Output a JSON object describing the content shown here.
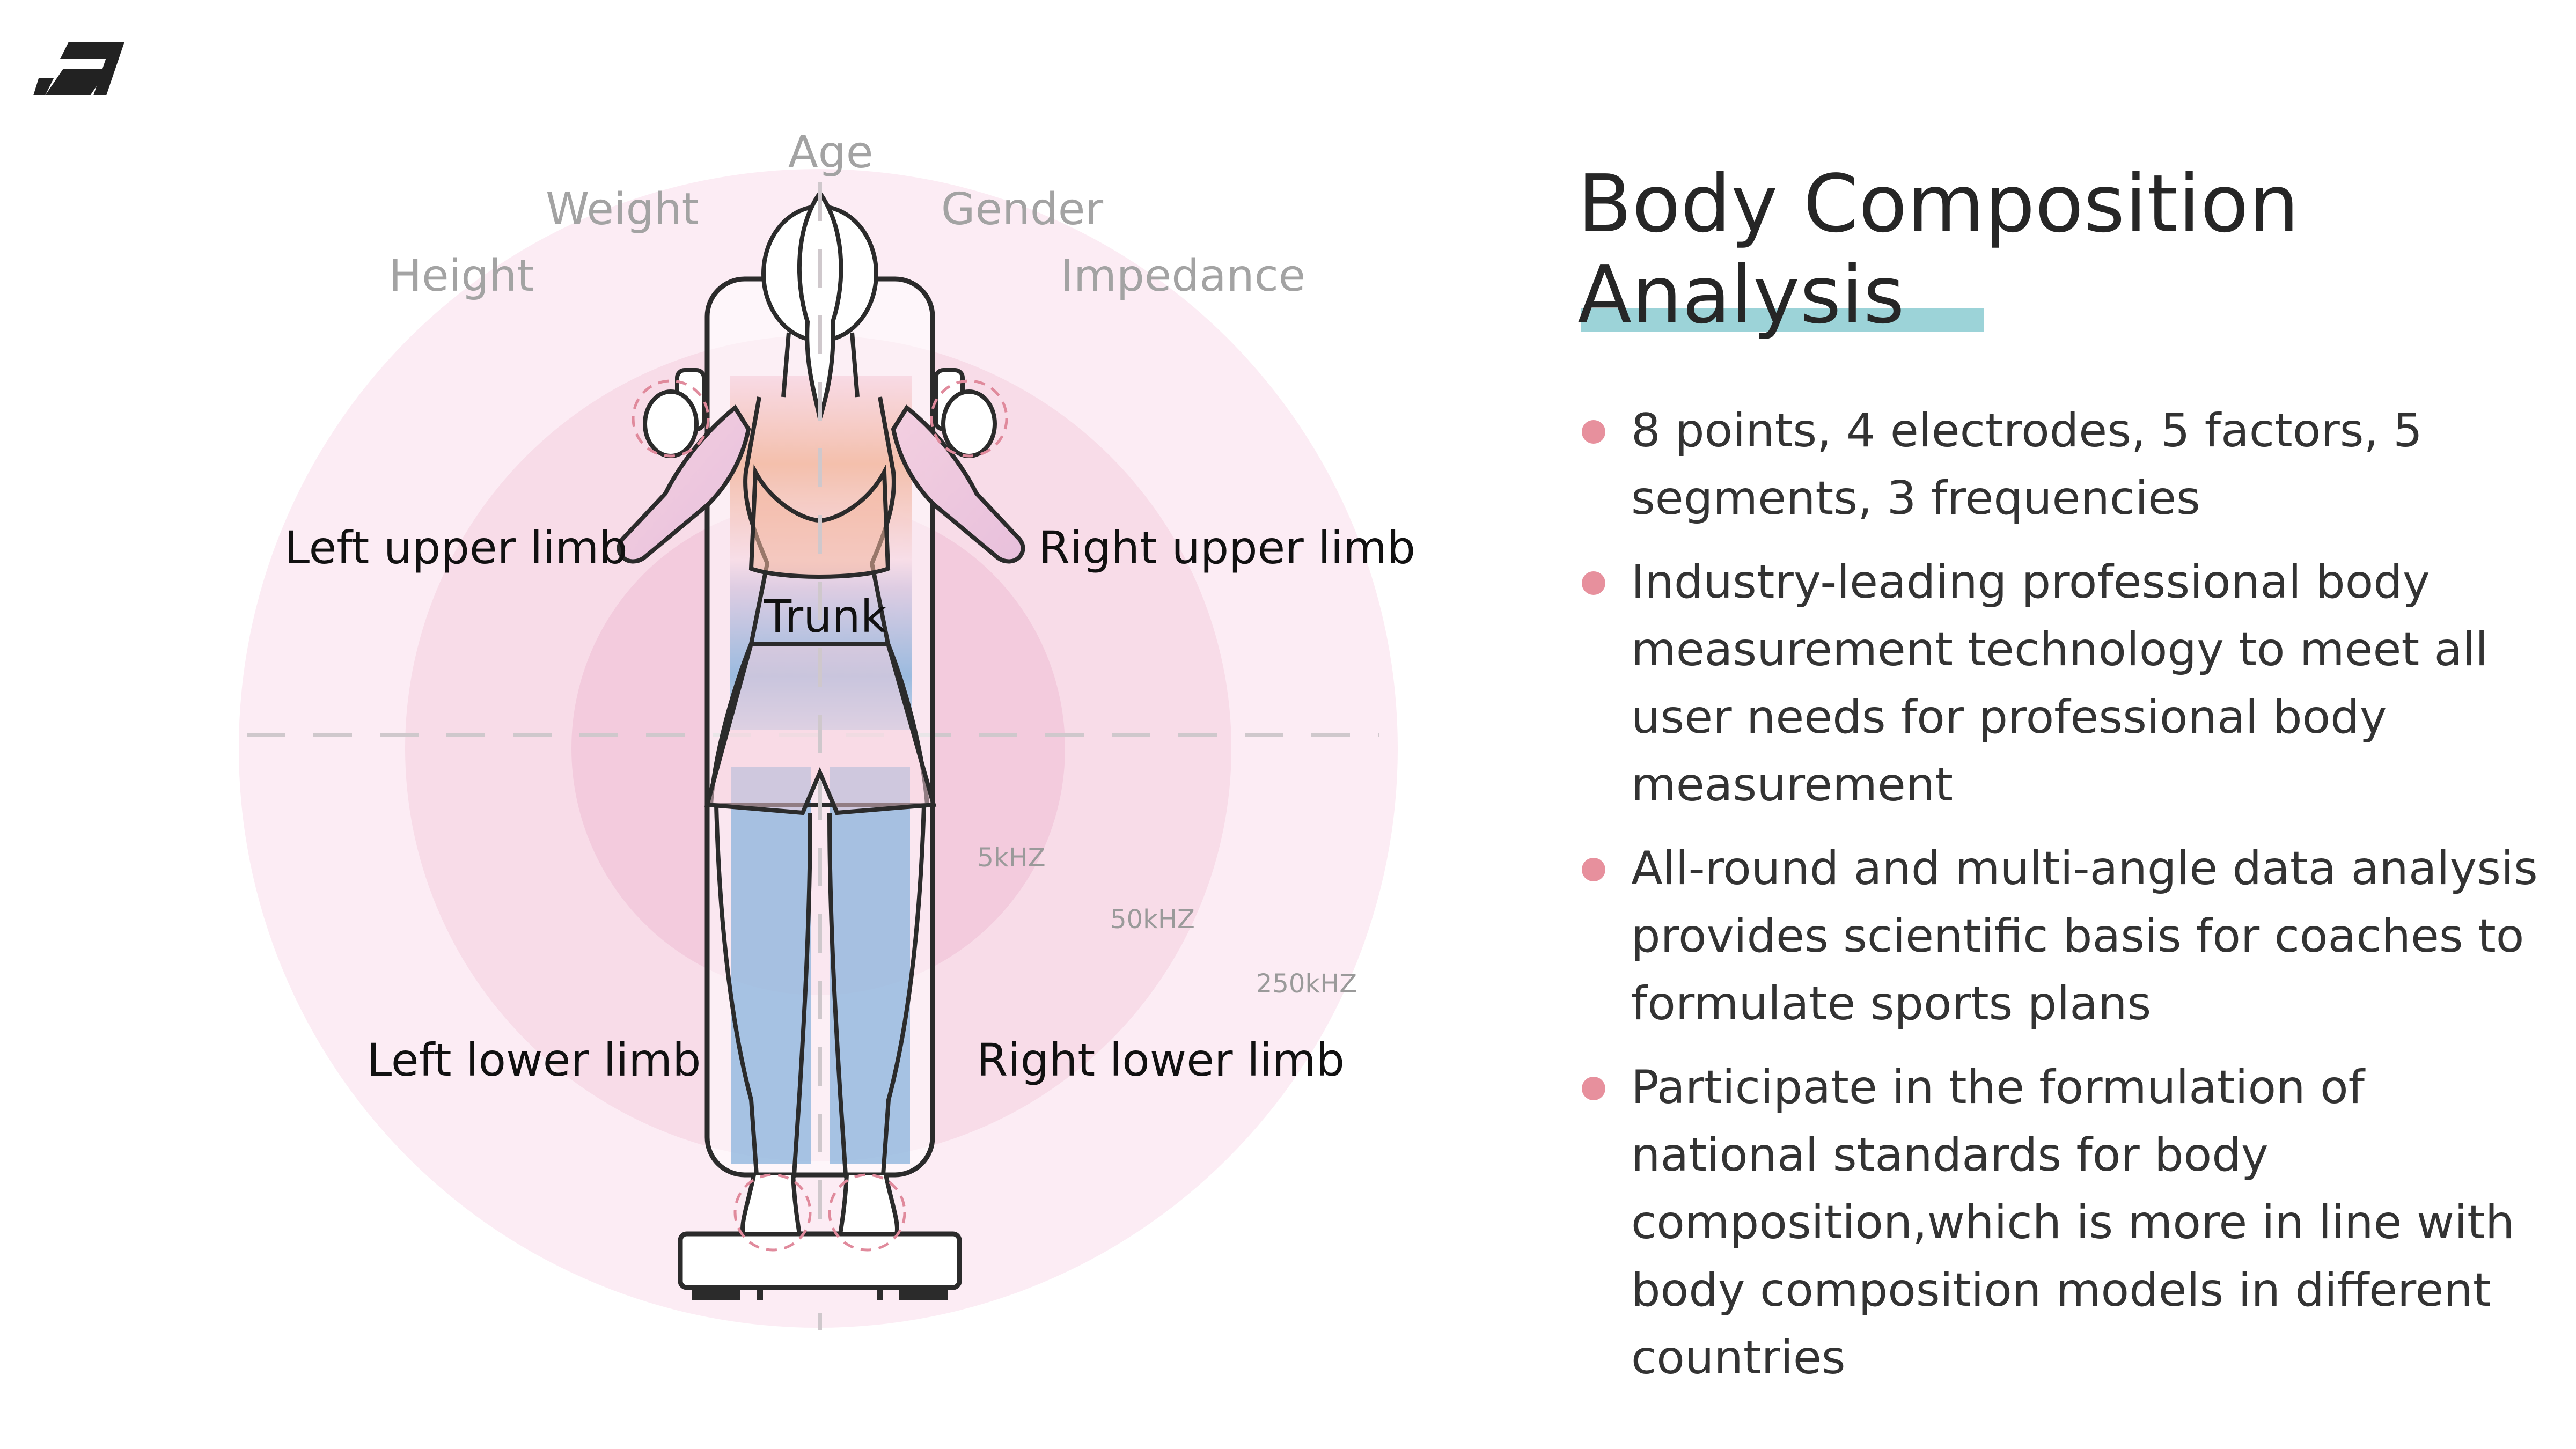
{
  "logo": {
    "icon": "brand-logo-icon",
    "color": "#222222"
  },
  "diagram": {
    "factors": {
      "age": "Age",
      "weight": "Weight",
      "gender": "Gender",
      "height": "Height",
      "impedance": "Impedance"
    },
    "segments": {
      "left_upper": "Left upper limb",
      "right_upper": "Right upper limb",
      "trunk": "Trunk",
      "left_lower": "Left lower limb",
      "right_lower": "Right lower limb"
    },
    "frequencies": {
      "f5": "5kHZ",
      "f50": "50kHZ",
      "f250": "250kHZ"
    },
    "colors": {
      "ring_outer": "#fcecf4",
      "ring_mid": "#f8dce8",
      "ring_inner": "#f3c8da",
      "trunk": "#f2b79f",
      "legs": "#8ab3dc",
      "electrode": "#e08a9c",
      "line": "#2b2b2b",
      "factor_text": "#999999"
    }
  },
  "panel": {
    "title_line1": "Body Composition",
    "title_line2": "Analysis",
    "accent_color": "#9cd3d8",
    "bullet_color": "#e7909d",
    "bullets": [
      "8 points, 4 electrodes, 5 factors, 5 segments, 3 frequencies",
      "Industry-leading professional body measurement technology to meet all user needs for professional body measurement",
      "All-round and multi-angle data analysis provides scientific basis for coaches to formulate sports plans",
      "Participate in the formulation of national standards for body composition,which is more in line with body composition models in different countries"
    ]
  }
}
